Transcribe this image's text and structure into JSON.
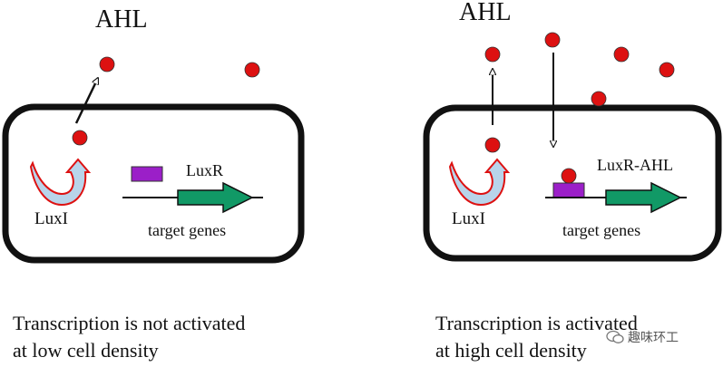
{
  "left_panel": {
    "signal_label": "AHL",
    "synthase_label": "LuxI",
    "regulator_label": "LuxR",
    "genes_label": "target genes",
    "caption": [
      "Transcription is not activated",
      "at low cell density"
    ]
  },
  "right_panel": {
    "signal_label": "AHL",
    "synthase_label": "LuxI",
    "complex_label": "LuxR-AHL",
    "genes_label": "target genes",
    "caption": [
      "Transcription is activated",
      "at high cell density"
    ]
  },
  "watermark": {
    "text": "趣味环工",
    "icon": "wechat-bubble-icon"
  },
  "colors": {
    "ahl": "#dd1111",
    "luxr": "#9b1fc8",
    "gene_arrow": "#119966",
    "luxi_arrow_fill": "#b8d4ea",
    "luxi_arrow_stroke": "#dd1111",
    "cell_border": "#111111"
  }
}
